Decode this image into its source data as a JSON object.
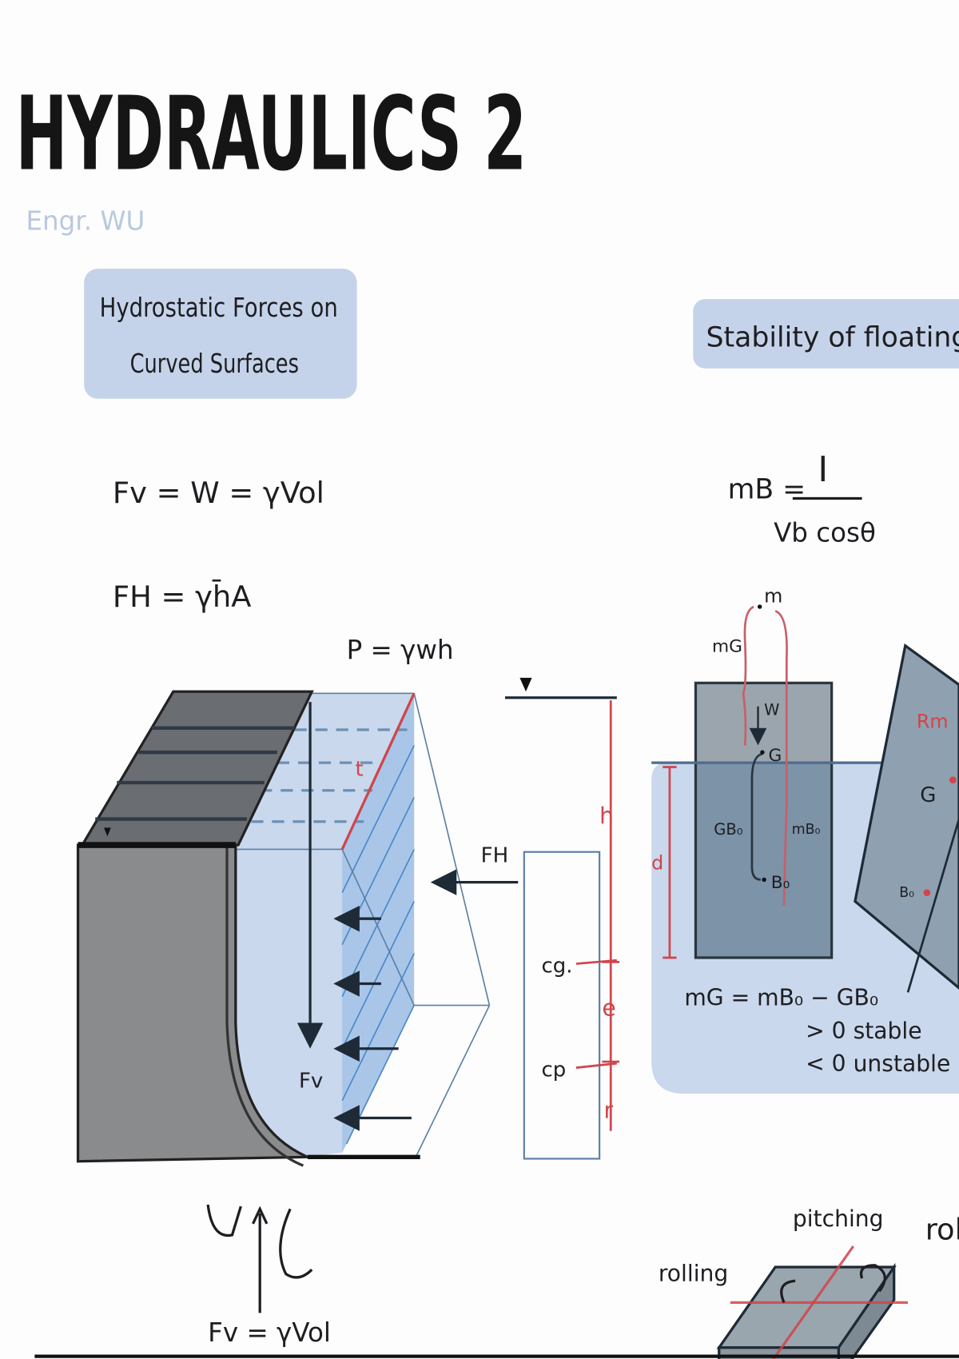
{
  "header": {
    "title": "HYDRAULICS 2",
    "author": "Engr. WU"
  },
  "sections": {
    "curved": {
      "heading_line1": "Hydrostatic Forces on",
      "heading_line2": "Curved Surfaces",
      "formula_fv": "Fv = W = γVol",
      "formula_fh": "FH = γh̄A",
      "formula_p": "P = γwh",
      "label_t": "t",
      "label_fh": "FH",
      "label_fv": "Fv",
      "label_h": "h",
      "label_e": "e",
      "label_r": "r",
      "label_cg": "cg.",
      "label_cp": "cp",
      "bottom_formula": "Fv = γVol"
    },
    "stability": {
      "heading": "Stability of floating bo",
      "formula_mb_lhs": "mB =",
      "formula_mb_num": "I",
      "formula_mb_den": "Vb cosθ",
      "label_m": "m",
      "label_mg": "mG",
      "label_w": "W",
      "label_g": "G",
      "label_gb0": "GB₀",
      "label_b0": "B₀",
      "label_mb0": "mB₀",
      "label_d": "d",
      "label_rm": "Rm",
      "label_g2": "G",
      "label_b02": "B₀",
      "criterion": "mG = mB₀ − GB₀",
      "stable": "> 0  stable",
      "unstable": "< 0  unstable",
      "label_pitching": "pitching",
      "label_rolling": "rolling",
      "label_roll_right": "roll"
    }
  },
  "colors": {
    "box": "#c5d3ea",
    "water": "#c9d8ec",
    "red": "#d0454c",
    "dark": "#6e7174"
  }
}
